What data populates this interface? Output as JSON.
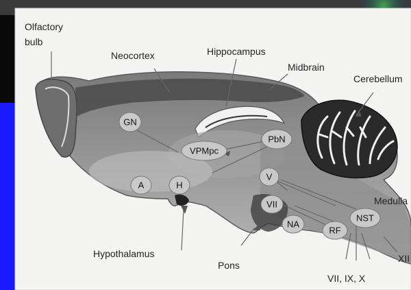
{
  "diagram": {
    "region_labels": {
      "olfactory_bulb_line1": "Olfactory",
      "olfactory_bulb_line2": "bulb",
      "neocortex": "Neocortex",
      "hippocampus": "Hippocampus",
      "midbrain": "Midbrain",
      "cerebellum": "Cerebellum",
      "medulla": "Medulla",
      "hypothalamus": "Hypothalamus",
      "pons": "Pons",
      "cranial_nerves": "VII, IX, X",
      "xii": "XII"
    },
    "nuclei": {
      "gn": "GN",
      "vpmpc": "VPMpc",
      "pbn": "PbN",
      "v": "V",
      "a": "A",
      "h": "H",
      "vii": "VII",
      "na": "NA",
      "rf": "RF",
      "nst": "NST"
    }
  },
  "colors": {
    "slide_background": "#0a0a0a",
    "left_band": "#1a1aff",
    "top_band": "#3a3a3a",
    "panel": "#f4f4f2",
    "node_fill": "#c9c9c9"
  }
}
